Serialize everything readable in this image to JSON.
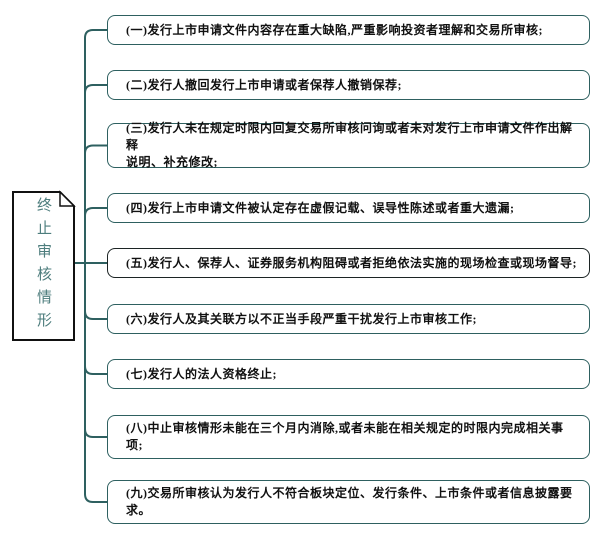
{
  "diagram": {
    "root": {
      "label": "终止审核情形"
    },
    "items": [
      {
        "text": "(一)发行上市申请文件内容存在重大缺陷,严重影响投资者理解和交易所审核;"
      },
      {
        "text": "(二)发行人撤回发行上市申请或者保荐人撤销保荐;"
      },
      {
        "text": "(三)发行人未在规定时限内回复交易所审核问询或者未对发行上市申请文件作出解释\n说明、补充修改;"
      },
      {
        "text": "(四)发行上市申请文件被认定存在虚假记载、误导性陈述或者重大遗漏;"
      },
      {
        "text": "(五)发行人、保荐人、证券服务机构阻碍或者拒绝依法实施的现场检查或现场督导;"
      },
      {
        "text": "(六)发行人及其关联方以不正当手段严重干扰发行上市审核工作;"
      },
      {
        "text": "(七)发行人的法人资格终止;"
      },
      {
        "text": "(八)中止审核情形未能在三个月内消除,或者未能在相关规定的时限内完成相关事\n项;"
      },
      {
        "text": "(九)交易所审核认为发行人不符合板块定位、发行条件、上市条件或者信息披露要\n求。"
      }
    ],
    "colors": {
      "branch_border": "#2e6060",
      "connector": "#2e6060",
      "highlight_border": "#1c2424",
      "root_border": "#111111",
      "root_text": "#4d7d7d",
      "item_text": "#111111",
      "background": "#ffffff"
    }
  }
}
